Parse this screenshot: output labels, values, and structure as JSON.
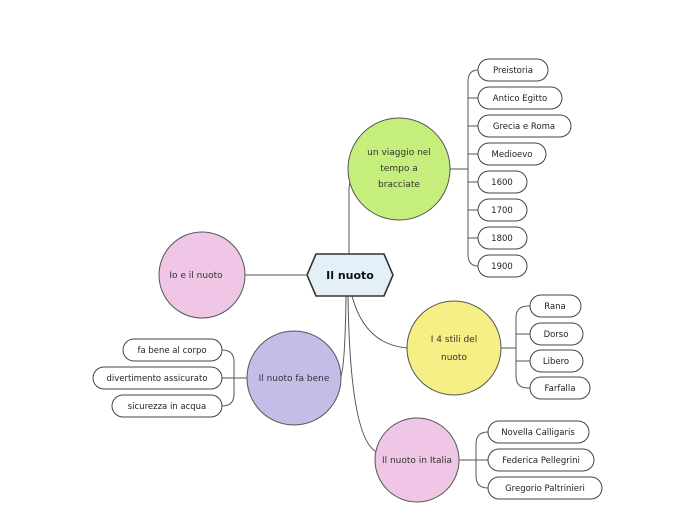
{
  "colors": {
    "root_fill": "#e3f0f7",
    "root_stroke": "#333333",
    "green": "#c6ee7d",
    "pink": "#efc6e5",
    "yellow": "#f6ef85",
    "purple": "#c3bde8"
  },
  "root": {
    "label": "Il nuoto"
  },
  "branches": [
    {
      "id": "viaggio",
      "lines": [
        "un viaggio nel",
        "tempo a",
        "bracciate"
      ],
      "color": "green",
      "leaves": [
        "Preistoria",
        "Antico Egitto",
        "Grecia e Roma",
        "Medioevo",
        "1600",
        "1700",
        "1800",
        "1900"
      ]
    },
    {
      "id": "io",
      "lines": [
        "Io e il nuoto"
      ],
      "color": "pink",
      "leaves": []
    },
    {
      "id": "stili",
      "lines": [
        "I 4 stili del",
        "nuoto"
      ],
      "color": "yellow",
      "leaves": [
        "Rana",
        "Dorso",
        "Libero",
        "Farfalla"
      ]
    },
    {
      "id": "bene",
      "lines": [
        "Il nuoto fa bene"
      ],
      "color": "purple",
      "leaves": [
        "fa bene al corpo",
        "divertimento assicurato",
        "sicurezza in acqua"
      ]
    },
    {
      "id": "italia",
      "lines": [
        "Il nuoto in Italia"
      ],
      "color": "pink",
      "leaves": [
        "Novella Calligaris",
        "Federica Pellegrini",
        "Gregorio Paltrinieri"
      ]
    }
  ]
}
